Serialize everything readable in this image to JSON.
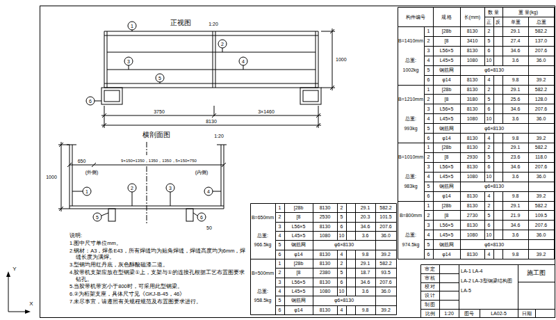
{
  "diagram": {
    "labels": [
      "正视图",
      "1:20",
      "3750",
      "3×1460",
      "8130",
      "1000",
      "1",
      "2",
      "3",
      "4",
      "5",
      "6",
      "横剖面图",
      "1:20",
      "650",
      "9×150=1350，1350，1350，5×150=750",
      "(外侧)",
      "(内侧)",
      "1000",
      "50",
      "1",
      "2",
      "3",
      "4",
      "5",
      "6",
      "说明:",
      "1.图中尺寸单位mm。",
      "2.钢材：A3，焊条E43，所有焊缝均为贴角焊缝，焊缝高度均为6mm，焊缝长度为满焊。",
      "3.型钢均用红丹底，灰色醇酸磁漆二道。",
      "4.胶带机支架应放在型钢梁①上，支架与①的连接孔根据工艺布置图要求钻孔。",
      "5.当胶带机带宽小于800时，可采用此型钢梁。",
      "6.②为桁架支座，具体尺寸见《GKJ-B-45，46》",
      "7.未尽事宜，请遵照有关规程规范及布置图要求进行。",
      "构件编号",
      "规 格",
      "长(mm)",
      "数 量",
      "正",
      "反",
      "重 量(kg)",
      "单重",
      "总重",
      "B=1410mm",
      "总重:",
      "1002kg",
      "1",
      "[28b",
      "8130",
      "2",
      "29.1",
      "582.2",
      "2",
      "[8",
      "3410",
      "5",
      "27.4",
      "137.0",
      "3",
      "L56×5",
      "8130",
      "6",
      "34.6",
      "207.6",
      "4",
      "L45×5",
      "1080",
      "10",
      "3.6",
      "36.0",
      "5",
      "钢筋网",
      "φ6×8130",
      "6",
      "φ14",
      "8130",
      "4",
      "9.8",
      "39.2",
      "B=1210mm",
      "总重:",
      "993kg",
      "1",
      "[28b",
      "8130",
      "2",
      "29.1",
      "582.2",
      "2",
      "[8",
      "3180",
      "5",
      "25.6",
      "128.0",
      "3",
      "L56×5",
      "8130",
      "6",
      "34.6",
      "207.6",
      "4",
      "L45×5",
      "1080",
      "10",
      "3.6",
      "36.0",
      "5",
      "钢筋网",
      "φ6×8130",
      "6",
      "φ14",
      "8130",
      "4",
      "9.8",
      "39.2",
      "B=1010mm",
      "总重:",
      "983kg",
      "1",
      "[28b",
      "8130",
      "2",
      "29.1",
      "582.2",
      "2",
      "[8",
      "2930",
      "5",
      "23.6",
      "118.0",
      "3",
      "L56×5",
      "8130",
      "6",
      "34.6",
      "207.6",
      "4",
      "L45×5",
      "1080",
      "10",
      "3.6",
      "36.0",
      "5",
      "钢筋网",
      "φ6×8130",
      "6",
      "φ14",
      "8130",
      "4",
      "9.8",
      "39.2",
      "B=800mm",
      "总重:",
      "974.5kg",
      "1",
      "[28b",
      "8130",
      "2",
      "29.1",
      "582.2",
      "2",
      "[8",
      "2730",
      "5",
      "21.9",
      "109.5",
      "3",
      "L56×5",
      "8130",
      "6",
      "34.6",
      "207.6",
      "4",
      "L45×5",
      "1080",
      "10",
      "3.6",
      "36.0",
      "5",
      "钢筋网",
      "φ6×8130",
      "6",
      "φ14",
      "8130",
      "4",
      "9.8",
      "39.2",
      "B=650mm",
      "总重:",
      "966.5kg",
      "1",
      "[28b",
      "8130",
      "2",
      "29.1",
      "582.2",
      "2",
      "[8",
      "2530",
      "5",
      "20.3",
      "101.5",
      "3",
      "L56×5",
      "8130",
      "6",
      "34.6",
      "207.6",
      "4",
      "L45×5",
      "1080",
      "10",
      "3.6",
      "36.0",
      "5",
      "钢筋网",
      "φ6×8130",
      "6",
      "φ14",
      "8130",
      "4",
      "9.8",
      "39.2",
      "B=500mm",
      "总重:",
      "958.5kg",
      "1",
      "[28b",
      "8130",
      "2",
      "29.1",
      "582.2",
      "2",
      "[8",
      "2380",
      "5",
      "18.7",
      "93.5",
      "3",
      "L56×5",
      "8130",
      "6",
      "34.6",
      "207.6",
      "4",
      "L45×5",
      "1080",
      "10",
      "3.6",
      "36.0",
      "5",
      "钢筋网",
      "φ6×8130",
      "6",
      "φ14",
      "8130",
      "4",
      "9.8",
      "39.2",
      "审 定",
      "审 核",
      "校 对",
      "设 计",
      "制 图",
      "LA-1 LA-4",
      "LA-2 LA-3型钢梁结构图",
      "LA-5",
      "施工图",
      "比例",
      "1:20",
      "图号",
      "LA02-5",
      "日期",
      "Y",
      "X"
    ]
  }
}
